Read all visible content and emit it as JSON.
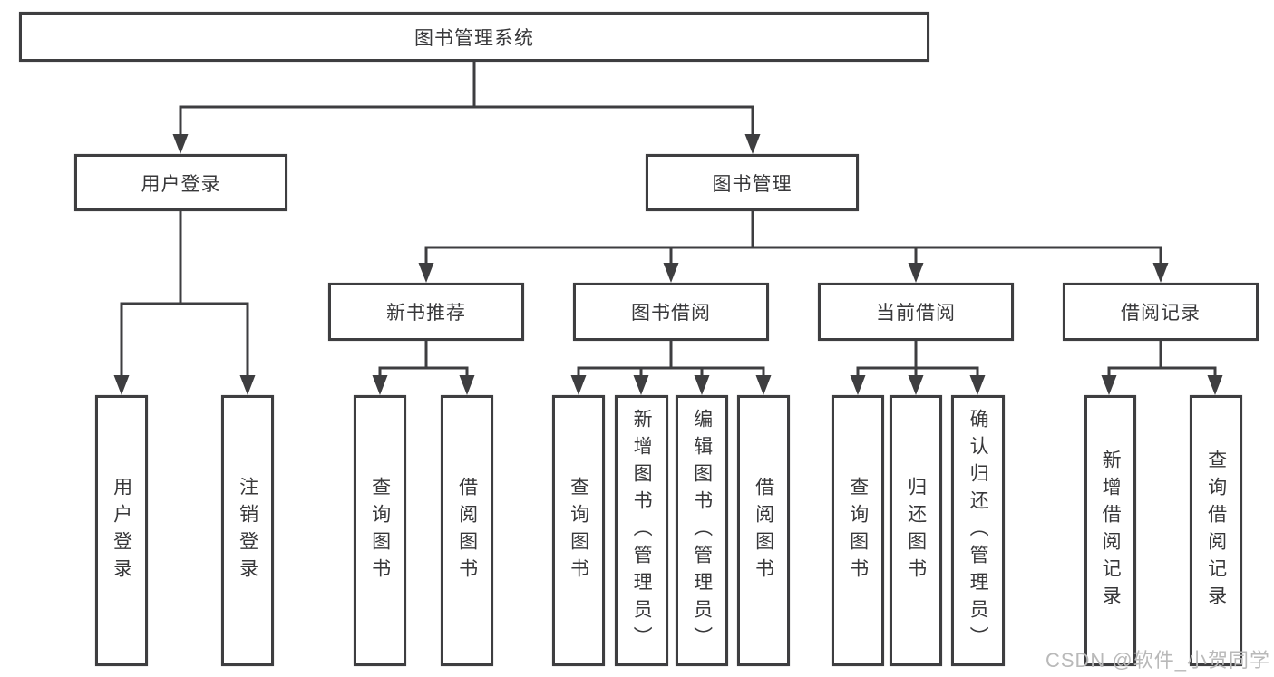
{
  "diagram": {
    "root": {
      "label": "图书管理系统"
    },
    "branches": [
      {
        "label": "用户登录",
        "children": [
          {
            "label": "用户登录"
          },
          {
            "label": "注销登录"
          }
        ]
      },
      {
        "label": "图书管理",
        "sections": [
          {
            "label": "新书推荐",
            "children": [
              {
                "label": "查询图书"
              },
              {
                "label": "借阅图书"
              }
            ]
          },
          {
            "label": "图书借阅",
            "children": [
              {
                "label": "查询图书"
              },
              {
                "label": "新增图书（管理员）"
              },
              {
                "label": "编辑图书（管理员）"
              },
              {
                "label": "借阅图书"
              }
            ]
          },
          {
            "label": "当前借阅",
            "children": [
              {
                "label": "查询图书"
              },
              {
                "label": "归还图书"
              },
              {
                "label": "确认归还（管理员）"
              }
            ]
          },
          {
            "label": "借阅记录",
            "children": [
              {
                "label": "新增借阅记录"
              },
              {
                "label": "查询借阅记录"
              }
            ]
          }
        ]
      }
    ]
  },
  "watermark": {
    "text": "CSDN @软件_小贺同学",
    "color": "#b9b9b9"
  },
  "colors": {
    "line": "#3e3e40",
    "text": "#38383a",
    "background": "#ffffff",
    "watermark": "#b9b9b9"
  }
}
